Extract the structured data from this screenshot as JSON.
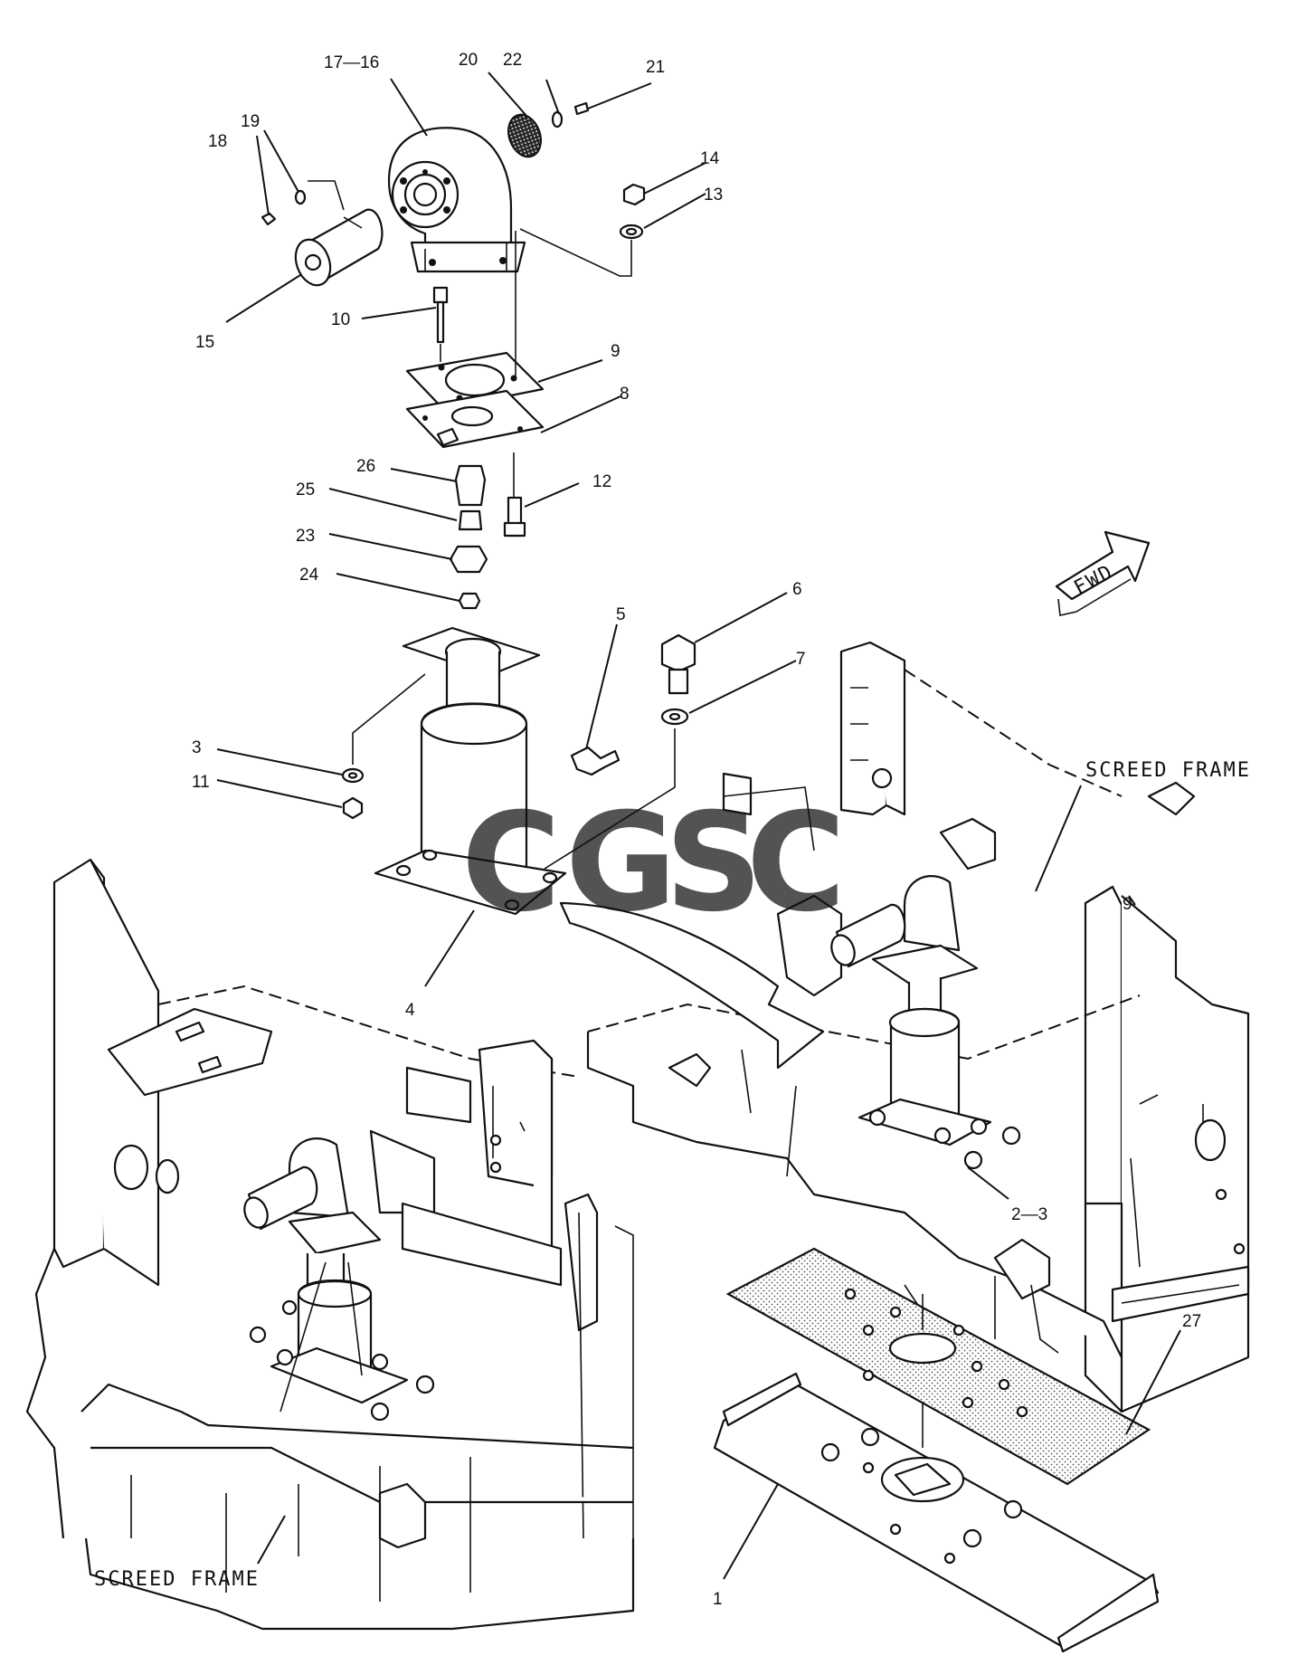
{
  "part_labels": {
    "p1": "1",
    "p2_3": "2—3",
    "p3": "3",
    "p4": "4",
    "p5": "5",
    "p6": "6",
    "p7": "7",
    "p8": "8",
    "p9a": "9",
    "p9b": "9",
    "p10": "10",
    "p11": "11",
    "p12": "12",
    "p13": "13",
    "p14": "14",
    "p15": "15",
    "p16_17": "17—16",
    "p18": "18",
    "p19": "19",
    "p20": "20",
    "p21": "21",
    "p22": "22",
    "p23": "23",
    "p24": "24",
    "p25": "25",
    "p26": "26",
    "p27": "27"
  },
  "callouts": {
    "screed_frame_right": "SCREED FRAME",
    "screed_frame_left": "SCREED FRAME",
    "fwd": "FWD"
  },
  "watermark": {
    "letters": [
      "C",
      "G",
      "S",
      "C"
    ],
    "colors": [
      "#4f8ff7",
      "#f08070",
      "#f5c842",
      "#5cb88a"
    ]
  }
}
